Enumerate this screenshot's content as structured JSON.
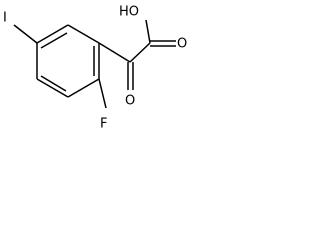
{
  "molecule": {
    "atoms": {
      "iodine": "I",
      "fluorine": "F",
      "hydroxyl": "HO",
      "keto_oxygen": "O",
      "acid_oxygen": "O"
    }
  }
}
